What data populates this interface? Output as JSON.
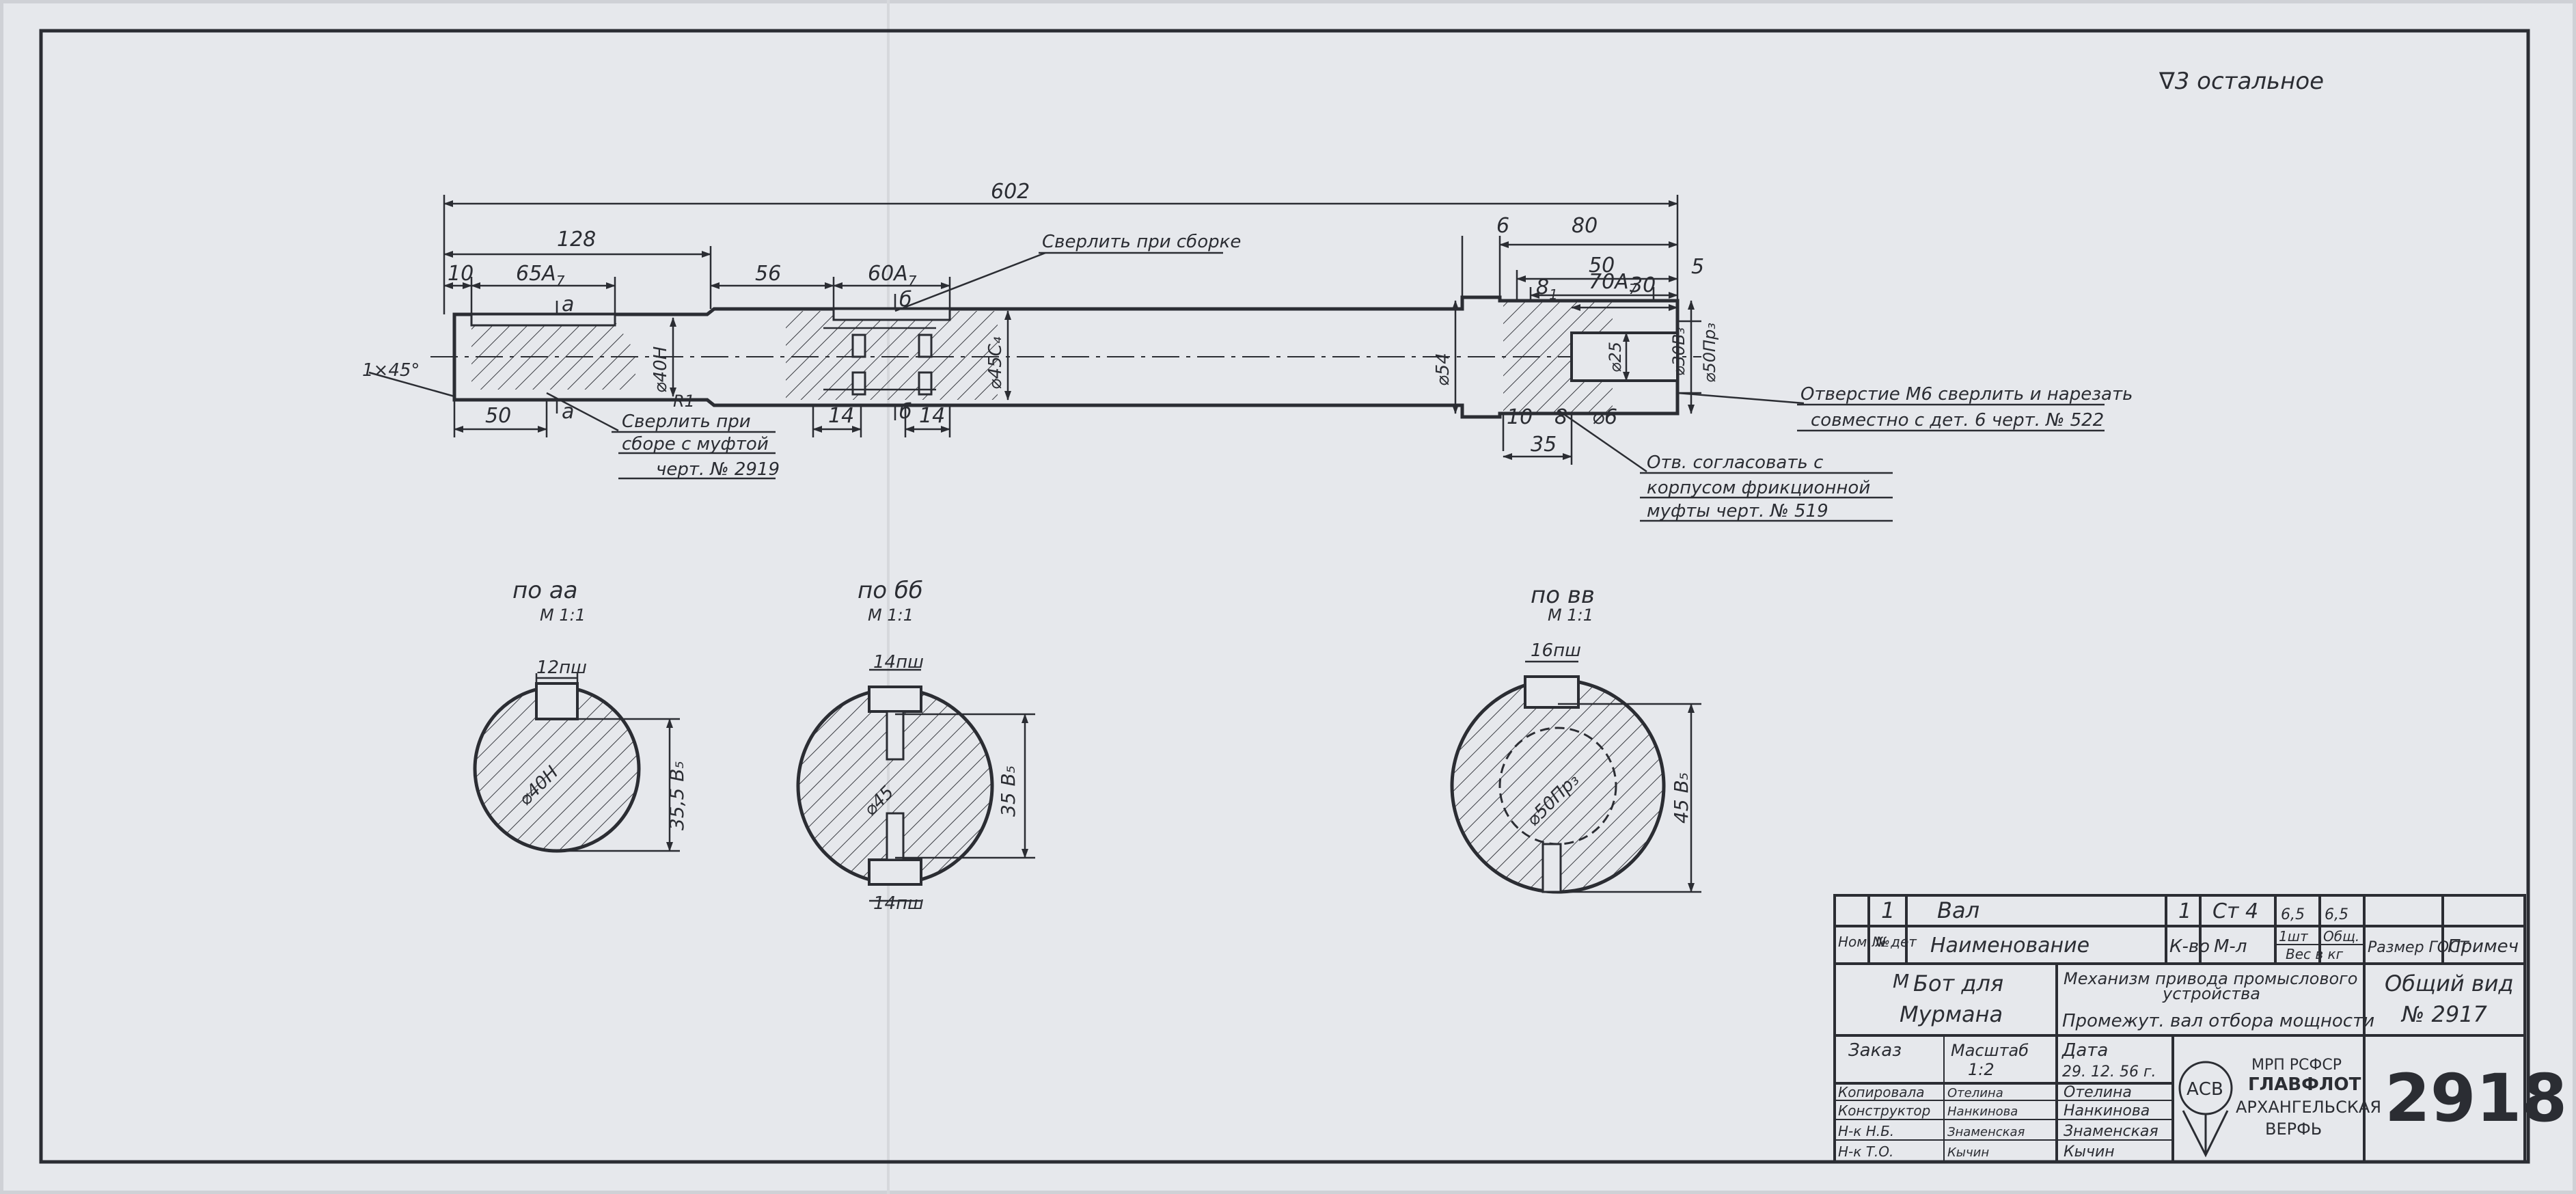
{
  "roughness_note": "∇3 остальное",
  "dims": {
    "total_length": "602",
    "d128": "128",
    "d10": "10",
    "d65": "65А",
    "d65_sub": "7",
    "d56": "56",
    "d60": "60А",
    "d60_sub": "7",
    "d50_left": "50",
    "d14_a": "14",
    "d14_b": "14",
    "d6_top": "6",
    "d80": "80",
    "d50_right": "50",
    "d70": "70А",
    "d70_sub": "7",
    "d5": "5",
    "d30": "30",
    "d81": "8",
    "d81_sub": "1",
    "d10_r": "10",
    "d8_r": "8",
    "d35": "35",
    "dia6": "⌀6",
    "dia40": "⌀40Н",
    "dia45": "⌀45С₄",
    "dia54": "⌀54",
    "dia25": "⌀25",
    "dia30": "⌀30В₃",
    "dia50": "⌀50Пр₃",
    "chamfer": "1×45°",
    "r1": "R1"
  },
  "section_marks": {
    "a_top": "а",
    "a_bottom": "а",
    "b_top": "б",
    "b_bottom": "б"
  },
  "notes": {
    "drill_assembly_top": "Сверлить при сборке",
    "drill_coupling_1": "Сверлить при",
    "drill_coupling_2": "сборе с муфтой",
    "drill_coupling_3": "черт. № 2919",
    "hole_m6_1": "Отверстие М6 сверлить и нарезать",
    "hole_m6_2": "совместно с дет. 6 черт. № 522",
    "hole_agree_1": "Отв. согласовать с",
    "hole_agree_2": "корпусом фрикционной",
    "hole_agree_3": "муфты черт. № 519"
  },
  "sections": [
    {
      "title": "по аа",
      "scale": "М 1:1",
      "key": "12пш",
      "dim": "35,5 В₅",
      "dia": "⌀40Н"
    },
    {
      "title": "по бб",
      "scale": "М 1:1",
      "key": "14пш",
      "key_bottom": "14пш",
      "dim": "35 В₅",
      "dia": "⌀45"
    },
    {
      "title": "по вв",
      "scale": "М 1:1",
      "key": "16пш",
      "dim": "45 В₅",
      "dia": "⌀50Пр₃"
    }
  ],
  "title_block": {
    "qty": "1",
    "part_name": "Вал",
    "part_qty": "1",
    "material": "Ст 4",
    "unit_weight": "6,5",
    "total_weight": "6,5",
    "hdr_pos": "Ном. №",
    "hdr_det": "№ дет",
    "hdr_name": "Наименование",
    "hdr_kvo": "К-во",
    "hdr_mat": "М-л",
    "hdr_weight_1": "1шт",
    "hdr_weight_2": "Общ.",
    "hdr_weight_3": "Вес в кг",
    "hdr_size": "Размер ГОСТ",
    "hdr_note": "Примеч",
    "project_m": "М",
    "project_1": "Бот для",
    "project_2": "Мурмана",
    "mechanism_1": "Механизм привода промыслового",
    "mechanism_2": "устройства",
    "assembly": "Промежут. вал отбора мощности",
    "general_view": "Общий вид",
    "general_view_no": "№ 2917",
    "order_label": "Заказ",
    "scale_label": "Масштаб",
    "scale_value": "1:2",
    "date_label": "Дата",
    "date_value": "29. 12. 56 г.",
    "roles": [
      {
        "role": "Копировала",
        "sign": "Отелина",
        "name": "Отелина"
      },
      {
        "role": "Конструктор",
        "sign": "Нанкинова",
        "name": "Нанкинова"
      },
      {
        "role": "Н-к  Н.Б.",
        "sign": "Знаменская",
        "name": "Знаменская"
      },
      {
        "role": "Н-к  Т.О.",
        "sign": "Кычин",
        "name": "Кычин"
      }
    ],
    "org_1": "МРП РСФСР",
    "org_2": "ГЛАВФЛОТ",
    "org_3": "АРХАНГЕЛЬСКАЯ",
    "org_4": "ВЕРФЬ",
    "logo_letters": "АСВ",
    "drawing_no": "2918"
  }
}
